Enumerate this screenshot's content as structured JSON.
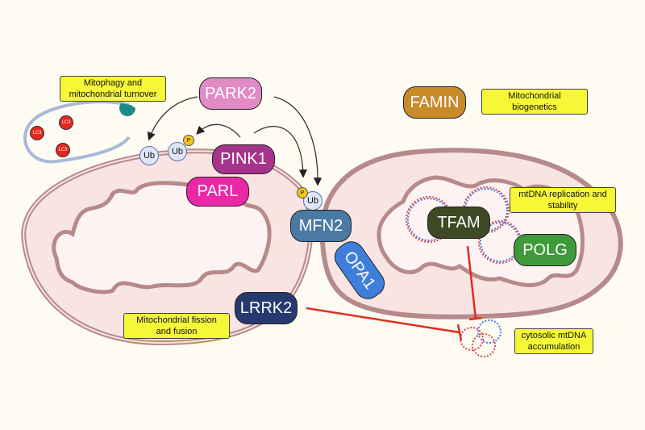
{
  "title": "Mitochondrial pathways diagram",
  "colors": {
    "background": "#fdfbf2",
    "membrane_fill": "#f9e4e4",
    "membrane_stroke": "#b78a8a",
    "note_fill": "#f6f736",
    "inhibition": "#e32b1f"
  },
  "proteins": {
    "park2": {
      "label": "PARK2",
      "color": "#e08ac6"
    },
    "pink1": {
      "label": "PINK1",
      "color": "#a6348c"
    },
    "parl": {
      "label": "PARL",
      "color": "#ec27a8"
    },
    "mfn2": {
      "label": "MFN2",
      "color": "#4a7aa4"
    },
    "opa1": {
      "label": "OPA1",
      "color": "#3f7fdc"
    },
    "lrrk2": {
      "label": "LRRK2",
      "color": "#263a70"
    },
    "famin": {
      "label": "FAMIN",
      "color": "#c98a2a"
    },
    "tfam": {
      "label": "TFAM",
      "color": "#3e4a24"
    },
    "polg": {
      "label": "POLG",
      "color": "#3f9a3c"
    }
  },
  "notes": {
    "mitophagy": [
      "Mitophagy and",
      "mitochondrial turnover"
    ],
    "biogenetics": [
      "Mitochondrial",
      "biogenetics"
    ],
    "fission": [
      "Mitochondrial fission",
      "and fusion"
    ],
    "replication": [
      "mtDNA replication and",
      "stability"
    ],
    "cytosolic": [
      "cytosolic mtDNA",
      "accumulation"
    ]
  },
  "markers": {
    "ub": "Ub",
    "p": "P",
    "lc3": "LC3"
  }
}
